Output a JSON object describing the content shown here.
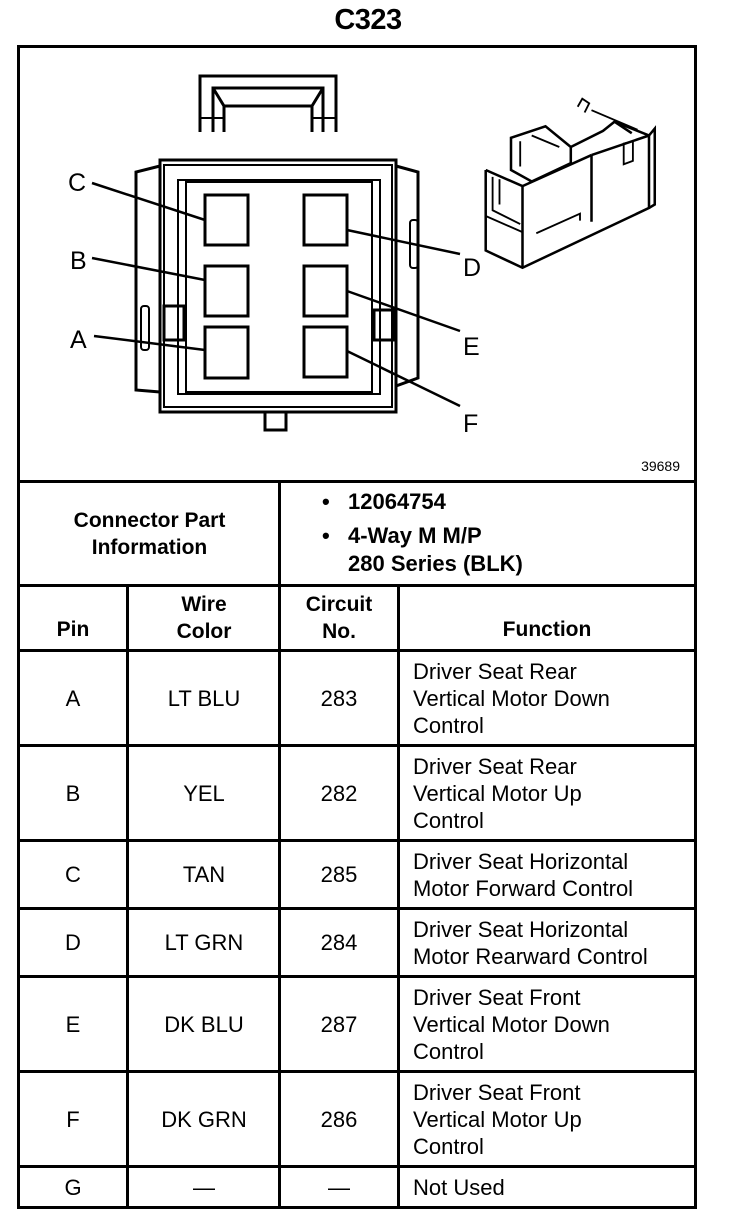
{
  "document": {
    "title": "C323",
    "figure_number": "39689",
    "pin_callouts": [
      "A",
      "B",
      "C",
      "D",
      "E",
      "F"
    ]
  },
  "connector_part_info": {
    "label_line1": "Connector Part",
    "label_line2": "Information",
    "part_number": "12064754",
    "description_line1": "4-Way M M/P",
    "description_line2": "280 Series (BLK)",
    "bullet": "•"
  },
  "table": {
    "headers": {
      "pin": "Pin",
      "wire_color_line1": "Wire",
      "wire_color_line2": "Color",
      "circuit_line1": "Circuit",
      "circuit_line2": "No.",
      "function": "Function"
    },
    "rows": [
      {
        "pin": "A",
        "wire_color": "LT BLU",
        "circuit": "283",
        "function": [
          "Driver Seat Rear",
          "Vertical Motor Down",
          "Control"
        ]
      },
      {
        "pin": "B",
        "wire_color": "YEL",
        "circuit": "282",
        "function": [
          "Driver Seat Rear",
          "Vertical Motor Up",
          "Control"
        ]
      },
      {
        "pin": "C",
        "wire_color": "TAN",
        "circuit": "285",
        "function": [
          "Driver Seat Horizontal",
          "Motor Forward Control"
        ]
      },
      {
        "pin": "D",
        "wire_color": "LT GRN",
        "circuit": "284",
        "function": [
          "Driver Seat Horizontal",
          "Motor Rearward Control"
        ]
      },
      {
        "pin": "E",
        "wire_color": "DK BLU",
        "circuit": "287",
        "function": [
          "Driver Seat Front",
          "Vertical Motor Down",
          "Control"
        ]
      },
      {
        "pin": "F",
        "wire_color": "DK GRN",
        "circuit": "286",
        "function": [
          "Driver Seat Front",
          "Vertical Motor Up",
          "Control"
        ]
      },
      {
        "pin": "G",
        "wire_color": "—",
        "circuit": "—",
        "function": [
          "Not Used"
        ]
      }
    ]
  }
}
